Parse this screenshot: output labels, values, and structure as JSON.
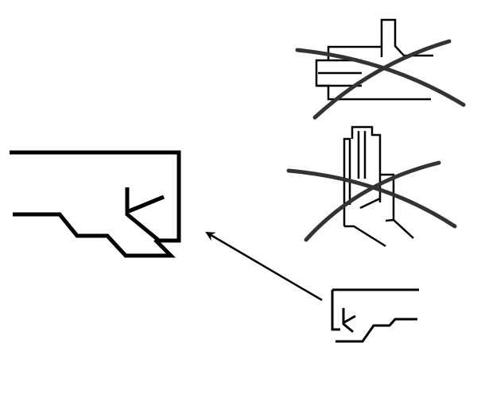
{
  "diagram": {
    "stroke_color": "#000000",
    "background_color": "#ffffff",
    "figures": [
      {
        "id": "crossed-sideways-hand",
        "icon": "crossed-out-hand-icon",
        "crossed": true
      },
      {
        "id": "crossed-upright-hand",
        "icon": "crossed-out-hand-icon",
        "crossed": true
      },
      {
        "id": "small-fist",
        "icon": "fist-icon",
        "crossed": false
      },
      {
        "id": "large-fist",
        "icon": "fist-icon",
        "crossed": false
      }
    ],
    "arrow": {
      "from": "small-fist",
      "to": "large-fist"
    }
  }
}
